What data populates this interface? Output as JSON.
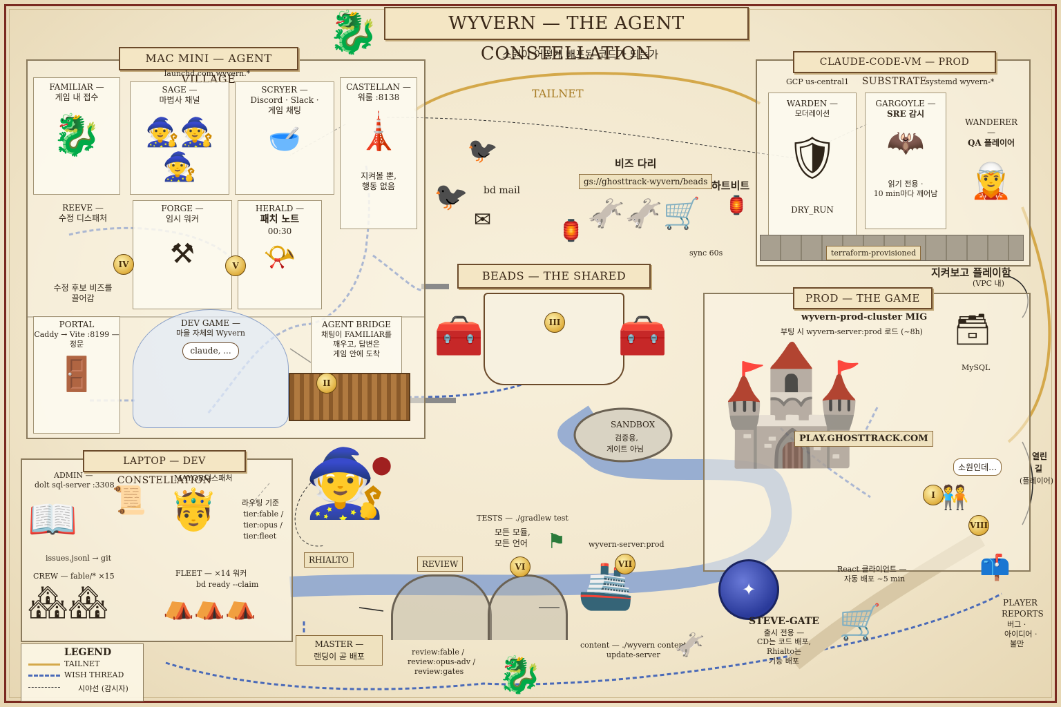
{
  "title": "WYVERN — THE AGENT CONSTELLATION",
  "subtitle": "소원이 어떻게 배포된 코드가 되는가",
  "tailnet_label": "TAILNET",
  "mac_mini": {
    "title": "MAC MINI — AGENT VILLAGE",
    "sub": "launchd com.wyvern.*",
    "familiar": {
      "name": "FAMILIAR —",
      "desc": "게임 내 접수"
    },
    "sage": {
      "name": "SAGE —",
      "desc": "마법사 채널"
    },
    "scryer": {
      "name": "SCRYER —",
      "desc1": "Discord · Slack ·",
      "desc2": "게임 채팅"
    },
    "castellan": {
      "name": "CASTELLAN —",
      "desc": "워룸 :8138",
      "note1": "지켜볼 뿐,",
      "note2": "행동 없음"
    },
    "reeve": {
      "name": "REEVE —",
      "desc": "수정 디스패처",
      "note1": "수정 후보 비즈를",
      "note2": "끌어감"
    },
    "forge": {
      "name": "FORGE —",
      "desc": "임시 워커"
    },
    "herald": {
      "name": "HERALD —",
      "desc": "패치 노트",
      "time": "00:30"
    },
    "portal": {
      "name": "PORTAL",
      "desc1": "Caddy → Vite :8199 —",
      "desc2": "정문"
    },
    "dev_game": {
      "name": "DEV GAME —",
      "desc": "마을 자체의 Wyvern",
      "bubble": "claude, ..."
    },
    "agent_bridge": {
      "name": "AGENT BRIDGE",
      "desc1": "채팅이 FAMILIAR를",
      "desc2": "깨우고, 답변은",
      "desc3": "게임 안에 도착"
    }
  },
  "bd_mail": "bd mail",
  "beads_bridge": {
    "title": "비즈 다리",
    "path": "gs://ghosttrack-wyvern/beads",
    "heartbeat": "하트비트",
    "sync": "sync 60s"
  },
  "vm": {
    "title": "CLAUDE-CODE-VM — PROD SUBSTRATE",
    "region": "GCP us-central1",
    "systemd": "systemd wyvern-*",
    "warden": {
      "name": "WARDEN —",
      "desc": "모더레이션",
      "mode": "DRY_RUN"
    },
    "gargoyle": {
      "name": "GARGOYLE —",
      "desc": "SRE 감시",
      "note1": "읽기 전용 ·",
      "note2": "10 min마다 깨어남"
    },
    "wanderer": {
      "name": "WANDERER —",
      "desc": "QA 플레이어"
    },
    "terraform": "terraform-provisioned"
  },
  "watch_play": {
    "line1": "지켜보고 플레이함",
    "line2": "(VPC 내)"
  },
  "beads": {
    "title": "BEADS — THE SHARED LEDGER"
  },
  "prod": {
    "title": "PROD — THE GAME",
    "cluster": "wyvern-prod-cluster MIG",
    "boot": "부팅 시 wyvern-server:prod 로드 (~8h)",
    "mysql": "MySQL",
    "domain": "PLAY.GHOSTTRACK.COM",
    "speech": "소원인데…",
    "react1": "React 클라이언트 —",
    "react2": "자동 배포 ~5 min"
  },
  "open_road": {
    "line1": "열린",
    "line2": "길",
    "line3": "(플레이어)"
  },
  "player_reports": {
    "line1": "PLAYER",
    "line2": "REPORTS",
    "line3": "버그 ·",
    "line4": "아이디어 ·",
    "line5": "불만"
  },
  "sandbox": {
    "name": "SANDBOX",
    "desc1": "검증용,",
    "desc2": "게이트 아님"
  },
  "rhialto": "RHIALTO",
  "laptop": {
    "title": "LAPTOP — DEV CONSTELLATION",
    "admin": {
      "name": "ADMIN —",
      "desc": "dolt sql-server :3308",
      "git": "issues.jsonl → git"
    },
    "mayor": {
      "name": "MAYOR —",
      "desc": "디스패처",
      "route": "라우팅 기준",
      "t1": "tier:fable /",
      "t2": "tier:opus /",
      "t3": "tier:fleet"
    },
    "crew": "CREW — fable/* ×15",
    "fleet": {
      "name": "FLEET — ×14 워커",
      "desc": "bd ready --claim"
    }
  },
  "tests": {
    "name": "TESTS — ./gradlew test",
    "desc1": "모든 모듈,",
    "desc2": "모든 언어"
  },
  "review": {
    "name": "REVIEW",
    "r1": "review:fable /",
    "r2": "review:opus-adv /",
    "r3": "review:gates"
  },
  "ship": "wyvern-server:prod",
  "master": {
    "name": "MASTER —",
    "desc": "랜딩이 곧 배포"
  },
  "content": {
    "line1": "content — ./wyvern content",
    "line2": "update-server"
  },
  "steve_gate": {
    "name": "STEVE-GATE",
    "d1": "출시 전용 —",
    "d2": "CD는 코드 배포,",
    "d3": "Rhialto는",
    "d4": "기능 배포"
  },
  "legend": {
    "title": "LEGEND",
    "tailnet": "TAILNET",
    "wish": "WISH THREAD",
    "sight": "시야선 (감시자)"
  },
  "numerals": [
    "I",
    "II",
    "III",
    "IV",
    "V",
    "VI",
    "VII",
    "VIII"
  ],
  "colors": {
    "tailnet": "#d4a84a",
    "wish": "#4a6ab8",
    "river": "#7a9ad0",
    "frame": "#7a2a20",
    "seal": "#2a3a9a"
  }
}
